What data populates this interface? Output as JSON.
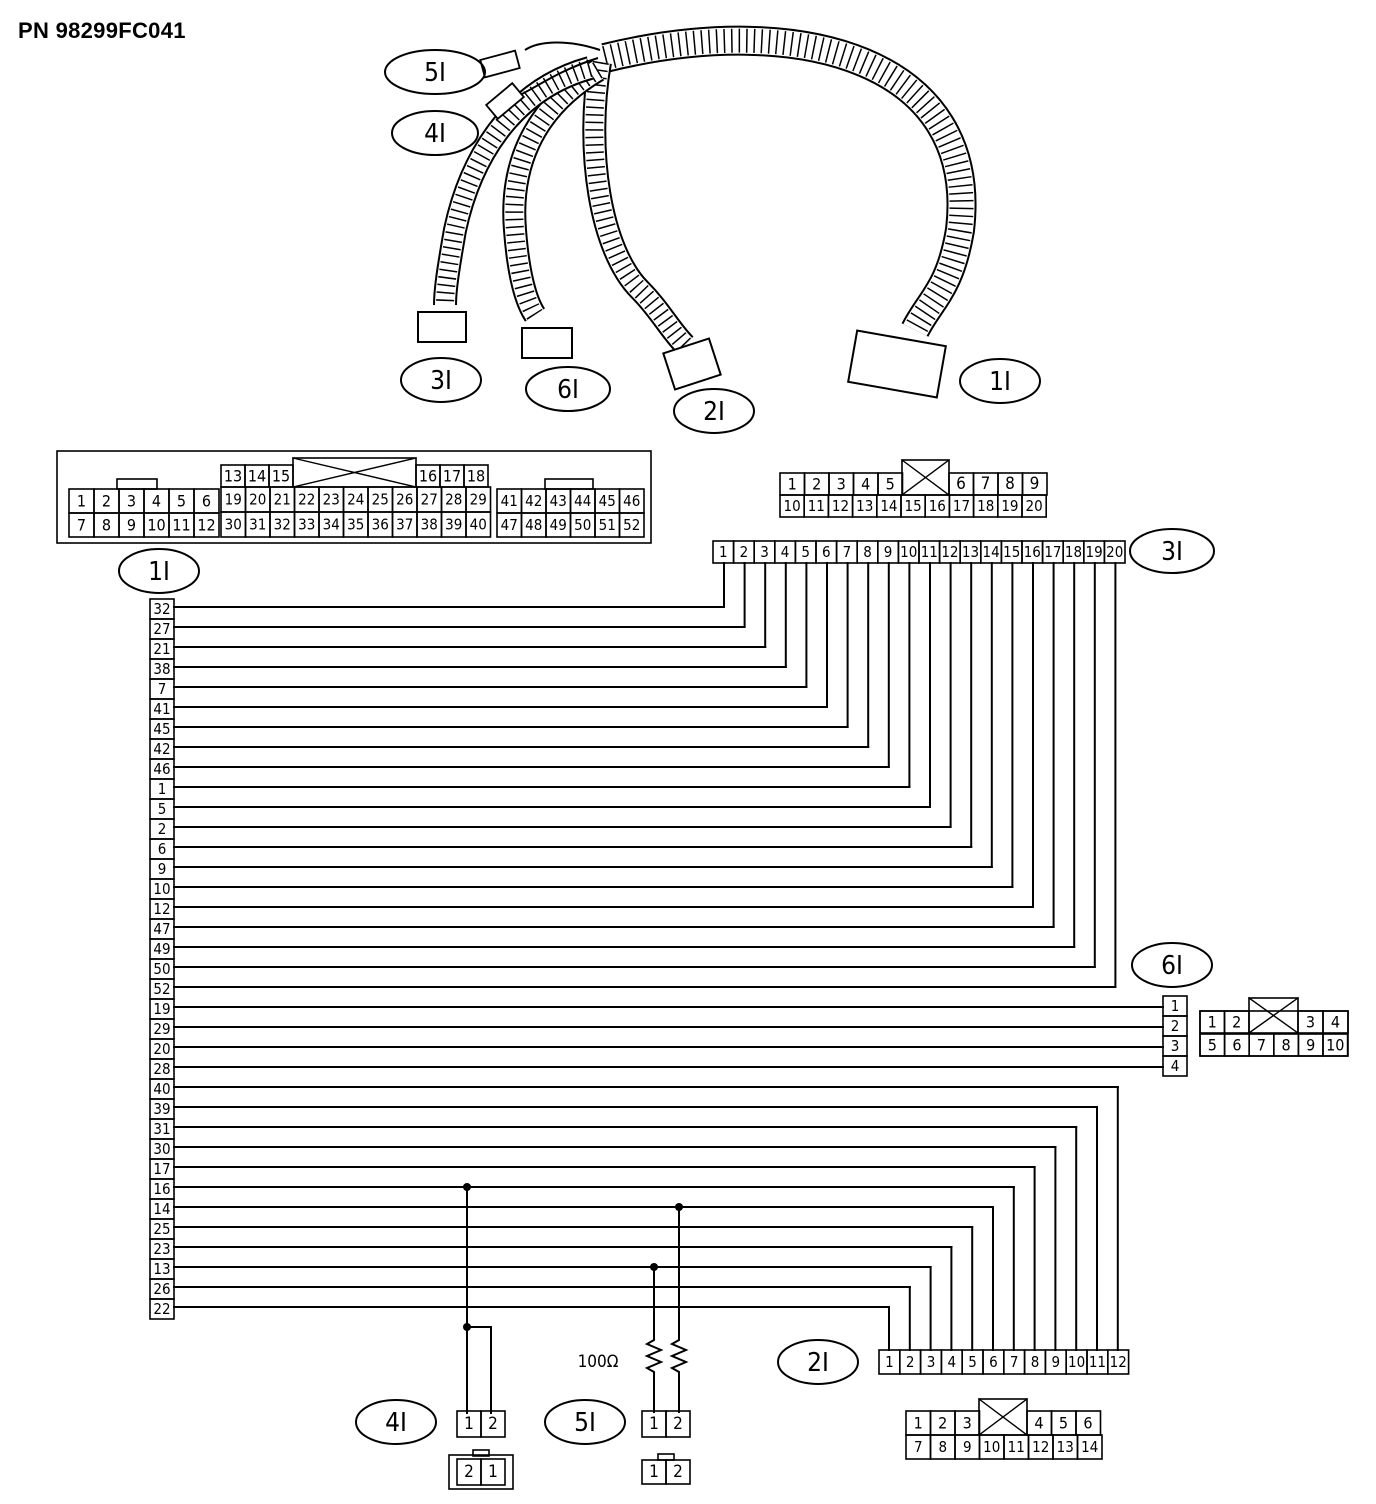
{
  "part_number": "PN 98299FC041",
  "harness_labels": [
    "5I",
    "4I",
    "3I",
    "6I",
    "2I",
    "1I"
  ],
  "connector_labels": {
    "c1": "1I",
    "c2": "2I",
    "c3": "3I",
    "c4": "4I",
    "c5": "5I",
    "c6": "6I"
  },
  "resistor_value": "100Ω",
  "connector_1_face": {
    "left_block": [
      [
        "1",
        "2",
        "3",
        "4",
        "5",
        "6"
      ],
      [
        "7",
        "8",
        "9",
        "10",
        "11",
        "12"
      ]
    ],
    "middle_top": [
      "13",
      "14",
      "15",
      "16",
      "17",
      "18"
    ],
    "middle_row2": [
      "19",
      "20",
      "21",
      "22",
      "23",
      "24",
      "25",
      "26",
      "27",
      "28",
      "29"
    ],
    "middle_row3": [
      "30",
      "31",
      "32",
      "33",
      "34",
      "35",
      "36",
      "37",
      "38",
      "39",
      "40"
    ],
    "right_block": [
      [
        "41",
        "42",
        "43",
        "44",
        "45",
        "46"
      ],
      [
        "47",
        "48",
        "49",
        "50",
        "51",
        "52"
      ]
    ]
  },
  "connector_3_face": {
    "row1": [
      "1",
      "2",
      "3",
      "4",
      "5",
      "6",
      "7",
      "8",
      "9"
    ],
    "row2": [
      "10",
      "11",
      "12",
      "13",
      "14",
      "15",
      "16",
      "17",
      "18",
      "19",
      "20"
    ]
  },
  "connector_6_face": {
    "row1": [
      "1",
      "2",
      "3",
      "4"
    ],
    "row2": [
      "5",
      "6",
      "7",
      "8",
      "9",
      "10"
    ]
  },
  "connector_2_face": {
    "row1": [
      "1",
      "2",
      "3",
      "4",
      "5",
      "6"
    ],
    "row2": [
      "7",
      "8",
      "9",
      "10",
      "11",
      "12",
      "13",
      "14"
    ]
  },
  "connector_4_face": [
    "2",
    "1"
  ],
  "connector_5_face": [
    "1",
    "2"
  ],
  "pins_1I": [
    "32",
    "27",
    "21",
    "38",
    "7",
    "41",
    "45",
    "42",
    "46",
    "1",
    "5",
    "2",
    "6",
    "9",
    "10",
    "12",
    "47",
    "49",
    "50",
    "52",
    "19",
    "29",
    "20",
    "28",
    "40",
    "39",
    "31",
    "30",
    "17",
    "16",
    "14",
    "25",
    "23",
    "13",
    "26",
    "22"
  ],
  "pins_3I": [
    "1",
    "2",
    "3",
    "4",
    "5",
    "6",
    "7",
    "8",
    "9",
    "10",
    "11",
    "12",
    "13",
    "14",
    "15",
    "16",
    "17",
    "18",
    "19",
    "20"
  ],
  "pins_6I": [
    "1",
    "2",
    "3",
    "4"
  ],
  "pins_2I": [
    "1",
    "2",
    "3",
    "4",
    "5",
    "6",
    "7",
    "8",
    "9",
    "10",
    "11",
    "12"
  ],
  "pins_4I": [
    "1",
    "2"
  ],
  "pins_5I": [
    "1",
    "2"
  ]
}
